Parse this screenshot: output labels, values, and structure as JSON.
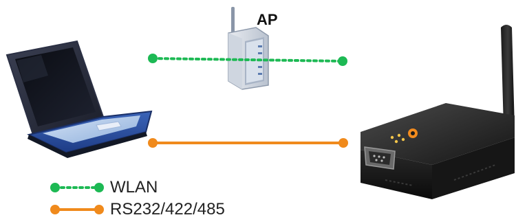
{
  "ap_label": "AP",
  "legend": [
    {
      "label": "WLAN",
      "style": "dotted",
      "color": "#1db954"
    },
    {
      "label": "RS232/422/485",
      "style": "solid",
      "color": "#f08a1c"
    }
  ],
  "connections": {
    "wlan": {
      "color": "#1db954",
      "style": "dotted"
    },
    "serial": {
      "color": "#f08a1c",
      "style": "solid"
    }
  },
  "icons": [
    "laptop-icon",
    "access-point-icon",
    "serial-device-server-icon"
  ]
}
